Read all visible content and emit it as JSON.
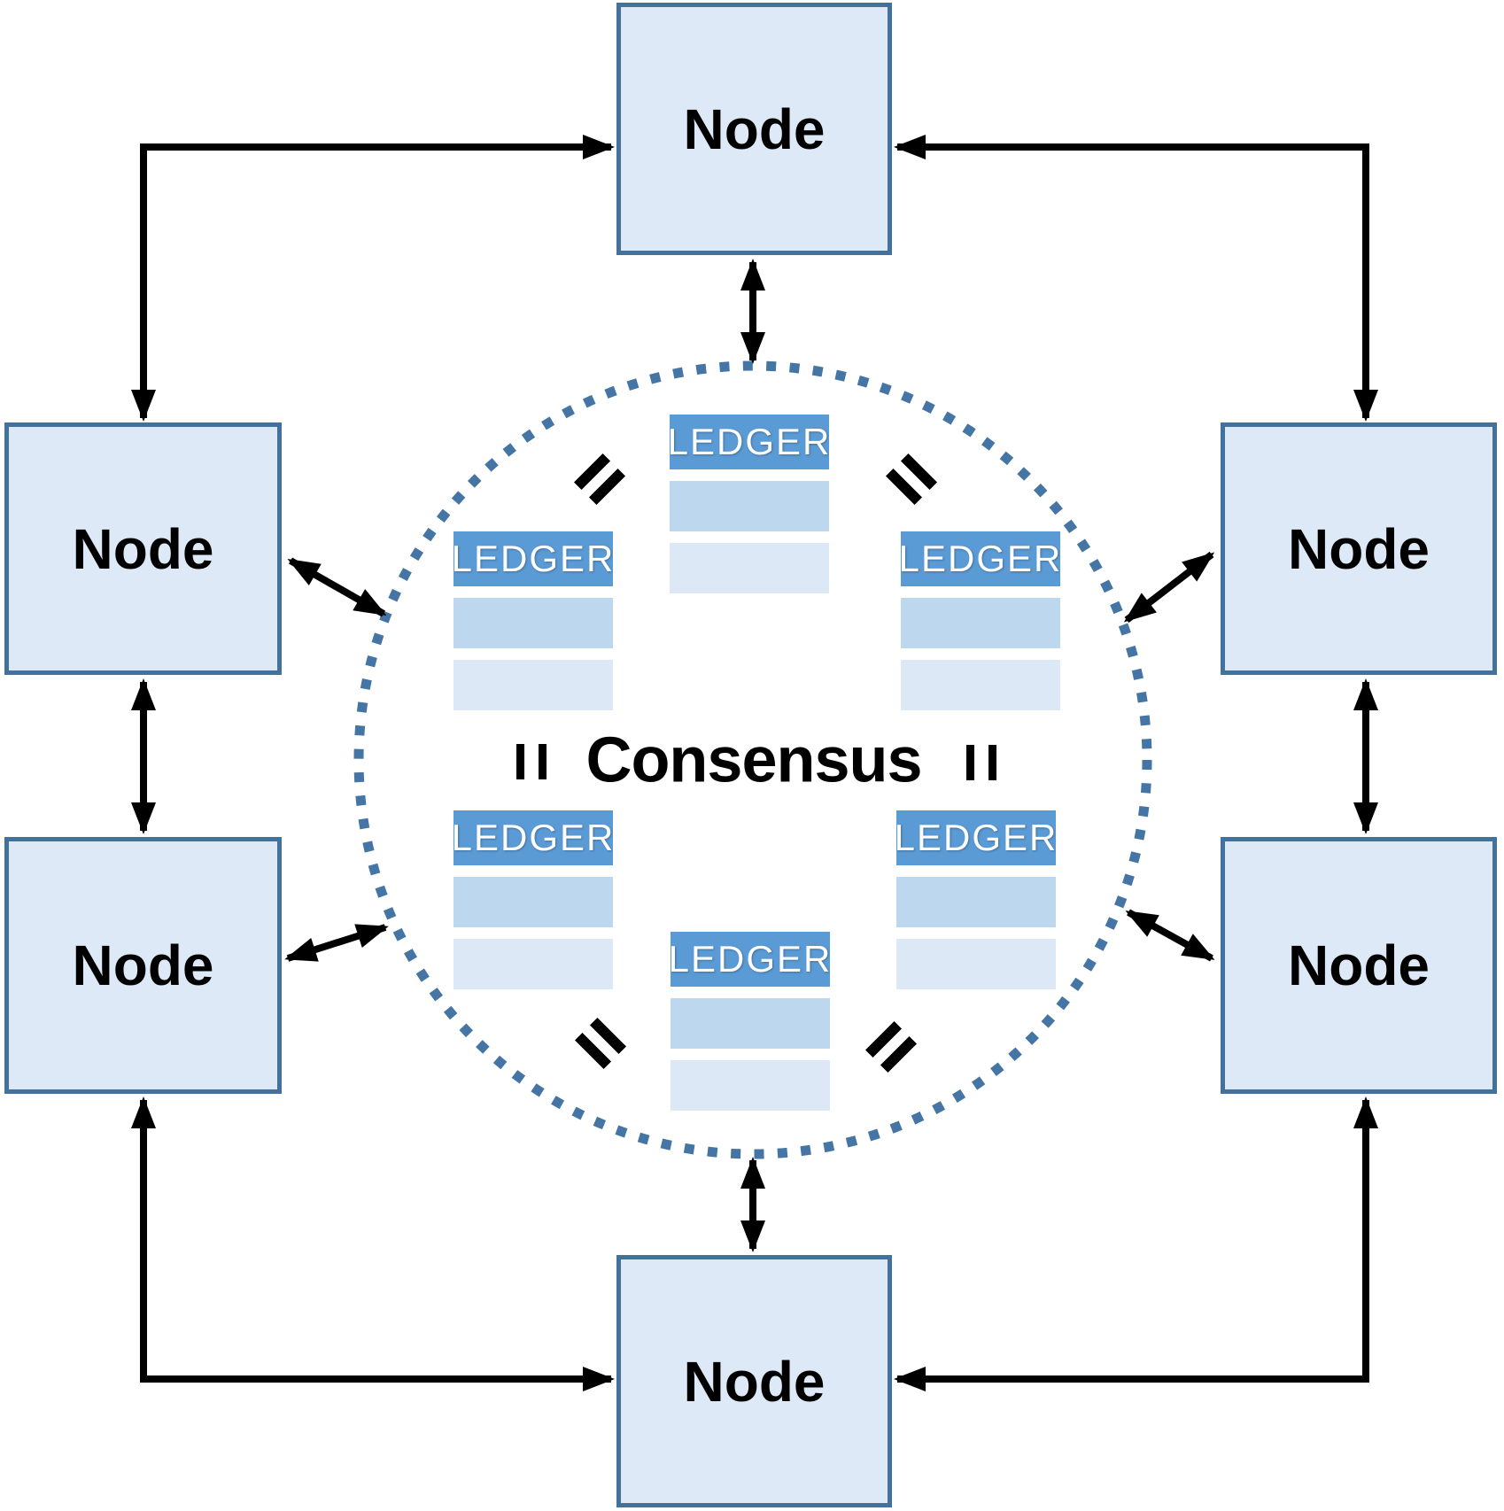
{
  "diagram": {
    "type": "network-consensus-diagram",
    "center_label": "Consensus",
    "nodes": [
      {
        "id": "top",
        "label": "Node"
      },
      {
        "id": "left-upper",
        "label": "Node"
      },
      {
        "id": "left-lower",
        "label": "Node"
      },
      {
        "id": "right-upper",
        "label": "Node"
      },
      {
        "id": "right-lower",
        "label": "Node"
      },
      {
        "id": "bottom",
        "label": "Node"
      }
    ],
    "ledgers": [
      {
        "id": "top-center",
        "label": "LEDGER"
      },
      {
        "id": "left-upper",
        "label": "LEDGER"
      },
      {
        "id": "right-upper",
        "label": "LEDGER"
      },
      {
        "id": "left-lower",
        "label": "LEDGER"
      },
      {
        "id": "right-lower",
        "label": "LEDGER"
      },
      {
        "id": "bottom-center",
        "label": "LEDGER"
      }
    ],
    "equals_marks": [
      "top-left",
      "top-right",
      "middle-left",
      "middle-right",
      "bottom-left",
      "bottom-right"
    ],
    "connections": [
      "top-node <-> left-upper-node (L-shaped arrow)",
      "top-node <-> right-upper-node (L-shaped arrow)",
      "bottom-node <-> left-lower-node (L-shaped arrow)",
      "bottom-node <-> right-lower-node (L-shaped arrow)",
      "left-upper-node <-> left-lower-node",
      "right-upper-node <-> right-lower-node",
      "top-node <-> consensus-circle",
      "bottom-node <-> consensus-circle",
      "left-upper-node <-> consensus-circle",
      "left-lower-node <-> consensus-circle",
      "right-upper-node <-> consensus-circle",
      "right-lower-node <-> consensus-circle"
    ],
    "colors": {
      "node_fill": "#dde9f6",
      "node_border": "#41719c",
      "ledger_header_bg": "#5b9bd5",
      "ledger_header_text": "#ffffff",
      "ledger_row_medium": "#bdd7ee",
      "ledger_row_light": "#dce8f5",
      "circle_dots": "#4575a5",
      "arrows": "#000000",
      "text": "#000000",
      "background": "#ffffff"
    }
  }
}
